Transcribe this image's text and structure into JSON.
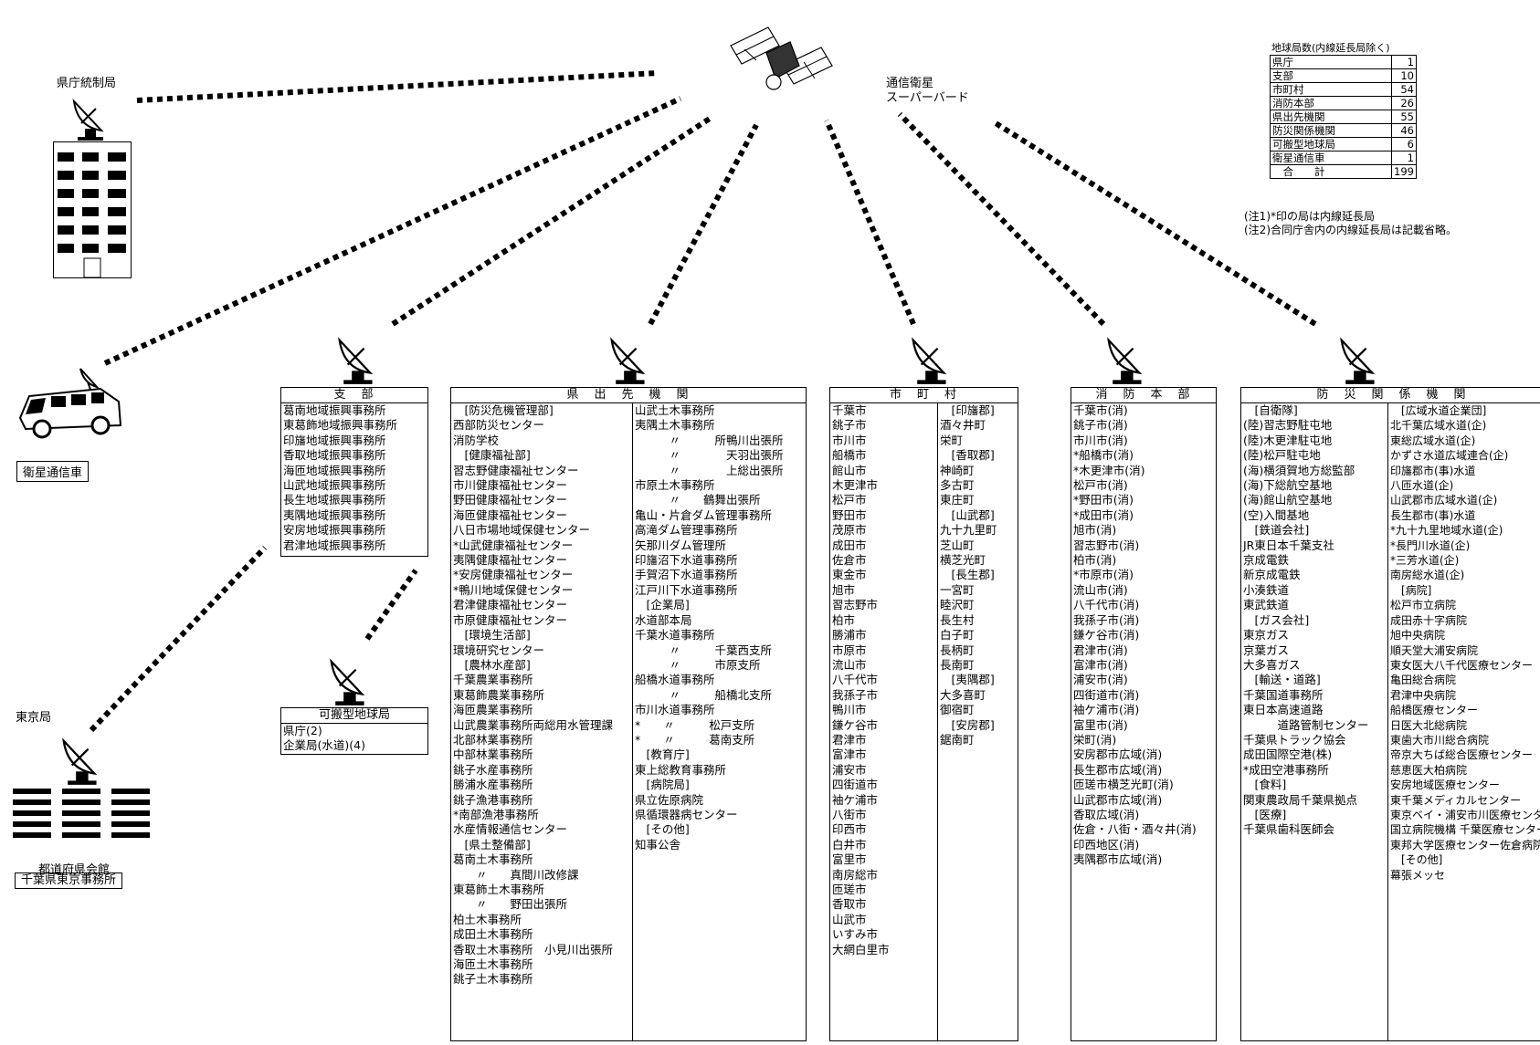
{
  "satellite": {
    "name": "通信衛星",
    "subname": "スーパーバード"
  },
  "nodes": {
    "prefectural_control": "県庁統制局",
    "satellite_vehicle": "衛星通信車",
    "tokyo": "東京局",
    "tokyo_building": "都道府県会館",
    "tokyo_office": "千葉県東京事務所"
  },
  "counts": {
    "title": "地球局数(内線延長局除く)",
    "rows": [
      {
        "name": "県庁",
        "value": "1"
      },
      {
        "name": "支部",
        "value": "10"
      },
      {
        "name": "市町村",
        "value": "54"
      },
      {
        "name": "消防本部",
        "value": "26"
      },
      {
        "name": "県出先機関",
        "value": "55"
      },
      {
        "name": "防災関係機関",
        "value": "46"
      },
      {
        "name": "可搬型地球局",
        "value": "6"
      },
      {
        "name": "衛星通信車",
        "value": "1"
      },
      {
        "name": "　合　　計",
        "value": "199"
      }
    ]
  },
  "notes": [
    "(注1)*印の局は内線延長局",
    "(注2)合同庁舎内の内線延長局は記載省略。"
  ],
  "portable": {
    "title": "可搬型地球局",
    "lines": [
      "県庁(2)",
      "企業局(水道)(4)"
    ]
  },
  "branch": {
    "title": "支　部",
    "lines": [
      "葛南地域振興事務所",
      "東葛飾地域振興事務所",
      "印旛地域振興事務所",
      "香取地域振興事務所",
      "海匝地域振興事務所",
      "山武地域振興事務所",
      "長生地域振興事務所",
      "夷隅地域振興事務所",
      "安房地域振興事務所",
      "君津地域振興事務所"
    ]
  },
  "pref_agencies": {
    "title": "県　出　先　機　関",
    "col1": [
      "　[防災危機管理部]",
      "西部防災センター",
      "消防学校",
      "　[健康福祉部]",
      "習志野健康福祉センター",
      "市川健康福祉センター",
      "野田健康福祉センター",
      "海匝健康福祉センター",
      "八日市場地域保健センター",
      "*山武健康福祉センター",
      "夷隅健康福祉センター",
      "*安房健康福祉センター",
      "*鴨川地域保健センター",
      "君津健康福祉センター",
      "市原健康福祉センター",
      "　[環境生活部]",
      "環境研究センター",
      "　[農林水産部]",
      "千葉農業事務所",
      "東葛飾農業事務所",
      "海匝農業事務所",
      "山武農業事務所両総用水管理課",
      "北部林業事務所",
      "中部林業事務所",
      "銚子水産事務所",
      "勝浦水産事務所",
      "銚子漁港事務所",
      "*南部漁港事務所",
      "水産情報通信センター",
      "　[県土整備部]",
      "葛南土木事務所",
      "　　〃　　真間川改修課",
      "東葛飾土木事務所",
      "　　〃　　野田出張所",
      "柏土木事務所",
      "成田土木事務所",
      "香取土木事務所　小見川出張所",
      "海匝土木事務所",
      "銚子土木事務所"
    ],
    "col2": [
      "山武土木事務所",
      "夷隅土木事務所",
      "　　　〃　　　所鴨川出張所",
      "　　　〃　　　　天羽出張所",
      "　　　〃　　　　上総出張所",
      "市原土木事務所",
      "　　　〃　　鶴舞出張所",
      "亀山・片倉ダム管理事務所",
      "高滝ダム管理事務所",
      "矢那川ダム管理所",
      "印旛沼下水道事務所",
      "手賀沼下水道事務所",
      "江戸川下水道事務所",
      "　[企業局]",
      "水道部本局",
      "千葉水道事務所",
      "　　　〃　　　千葉西支所",
      "　　　〃　　　市原支所",
      "船橋水道事務所",
      "　　　〃　　　船橋北支所",
      "市川水道事務所",
      "*　　〃　　　松戸支所",
      "*　　〃　　　葛南支所",
      "　[教育庁]",
      "東上総教育事務所",
      "　[病院局]",
      "県立佐原病院",
      "県循環器病センター",
      "　[その他]",
      "知事公舎"
    ]
  },
  "municipalities": {
    "title": "市　町　村",
    "col1": [
      "千葉市",
      "銚子市",
      "市川市",
      "船橋市",
      "館山市",
      "木更津市",
      "松戸市",
      "野田市",
      "茂原市",
      "成田市",
      "佐倉市",
      "東金市",
      "旭市",
      "習志野市",
      "柏市",
      "勝浦市",
      "市原市",
      "流山市",
      "八千代市",
      "我孫子市",
      "鴨川市",
      "鎌ケ谷市",
      "君津市",
      "富津市",
      "浦安市",
      "四街道市",
      "袖ケ浦市",
      "八街市",
      "印西市",
      "白井市",
      "富里市",
      "南房総市",
      "匝瑳市",
      "香取市",
      "山武市",
      "いすみ市",
      "大網白里市"
    ],
    "col2": [
      "　[印旛郡]",
      "酒々井町",
      "栄町",
      "　[香取郡]",
      "神崎町",
      "多古町",
      "東庄町",
      "　[山武郡]",
      "九十九里町",
      "芝山町",
      "横芝光町",
      "　[長生郡]",
      "一宮町",
      "睦沢町",
      "長生村",
      "白子町",
      "長柄町",
      "長南町",
      "　[夷隅郡]",
      "大多喜町",
      "御宿町",
      "　[安房郡]",
      "鋸南町"
    ]
  },
  "fire": {
    "title": "消　防　本　部",
    "lines": [
      "千葉市(消)",
      "銚子市(消)",
      "市川市(消)",
      "*船橋市(消)",
      "*木更津市(消)",
      "松戸市(消)",
      "*野田市(消)",
      "*成田市(消)",
      "旭市(消)",
      "習志野市(消)",
      "柏市(消)",
      "*市原市(消)",
      "流山市(消)",
      "八千代市(消)",
      "我孫子市(消)",
      "鎌ケ谷市(消)",
      "君津市(消)",
      "富津市(消)",
      "浦安市(消)",
      "四街道市(消)",
      "袖ケ浦市(消)",
      "富里市(消)",
      "栄町(消)",
      "安房郡市広域(消)",
      "長生郡市広域(消)",
      "匝瑳市横芝光町(消)",
      "山武郡市広域(消)",
      "香取広域(消)",
      "佐倉・八街・酒々井(消)",
      "印西地区(消)",
      "夷隅郡市広域(消)"
    ]
  },
  "disaster": {
    "title": "防　災　関　係　機　関",
    "col1": [
      "　[自衛隊]",
      "(陸)習志野駐屯地",
      "(陸)木更津駐屯地",
      "(陸)松戸駐屯地",
      "(海)横須賀地方総監部",
      "(海)下総航空基地",
      "(海)館山航空基地",
      "(空)入間基地",
      "　[鉄道会社]",
      "JR東日本千葉支社",
      "京成電鉄",
      "新京成電鉄",
      "小湊鉄道",
      "東武鉄道",
      "　[ガス会社]",
      "東京ガス",
      "京葉ガス",
      "大多喜ガス",
      "　[輸送・道路]",
      "千葉国道事務所",
      "東日本高速道路",
      "　　　道路管制センター",
      "千葉県トラック協会",
      "成田国際空港(株)",
      "*成田空港事務所",
      "　[食料]",
      "関東農政局千葉県拠点",
      "　[医療]",
      "千葉県歯科医師会"
    ],
    "col2": [
      "　[広域水道企業団]",
      "北千葉広域水道(企)",
      "東総広域水道(企)",
      "かずさ水道広域連合(企)",
      "印旛郡市(事)水道",
      "八匝水道(企)",
      "山武郡市広域水道(企)",
      "長生郡市(事)水道",
      "*九十九里地域水道(企)",
      "*長門川水道(企)",
      "*三芳水道(企)",
      "南房総水道(企)",
      "　[病院]",
      "松戸市立病院",
      "成田赤十字病院",
      "旭中央病院",
      "順天堂大浦安病院",
      "東女医大八千代医療センター",
      "亀田総合病院",
      "君津中央病院",
      "船橋医療センター",
      "日医大北総病院",
      "東歯大市川総合病院",
      "帝京大ちば総合医療センター",
      "慈恵医大柏病院",
      "安房地域医療センター",
      "東千葉メディカルセンター",
      "東京ベイ・浦安市川医療センター",
      "国立病院機構 千葉医療センター",
      "東邦大学医療センター佐倉病院",
      "　[その他]",
      "幕張メッセ"
    ]
  }
}
